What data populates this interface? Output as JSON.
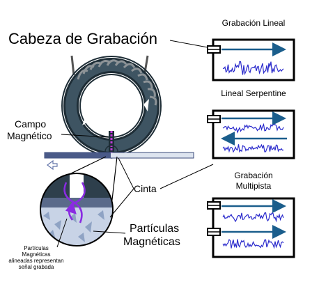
{
  "labels": {
    "head_title": "Cabeza de Grabación",
    "field_line1": "Campo",
    "field_line2": "Magnético",
    "tape": "Cinta",
    "particles_line1": "Partículas",
    "particles_line2": "Magnéticas",
    "aligned_line1": "Partículas",
    "aligned_line2": "Magnéticas",
    "aligned_line3": "alineadas representan",
    "aligned_line4": "señal grabada"
  },
  "panels": [
    {
      "title_lines": [
        "Grabación Lineal"
      ],
      "tracks": 1
    },
    {
      "title_lines": [
        "Lineal Serpentine"
      ],
      "tracks": 2
    },
    {
      "title_lines": [
        "Grabación",
        "Multipista"
      ],
      "tracks": 2
    }
  ],
  "colors": {
    "ring": "#2a3c48",
    "ring_inner": "#5a6f7c",
    "coil": "#9aa0a4",
    "arrow": "#1b5e8c",
    "signal": "#2a2acc",
    "tape_fill": "#dde4ef",
    "tape_edge": "#3a4a7a",
    "highlight": "#c03ad8",
    "panel_bg": "#ffffff",
    "panel_border": "#000000"
  }
}
